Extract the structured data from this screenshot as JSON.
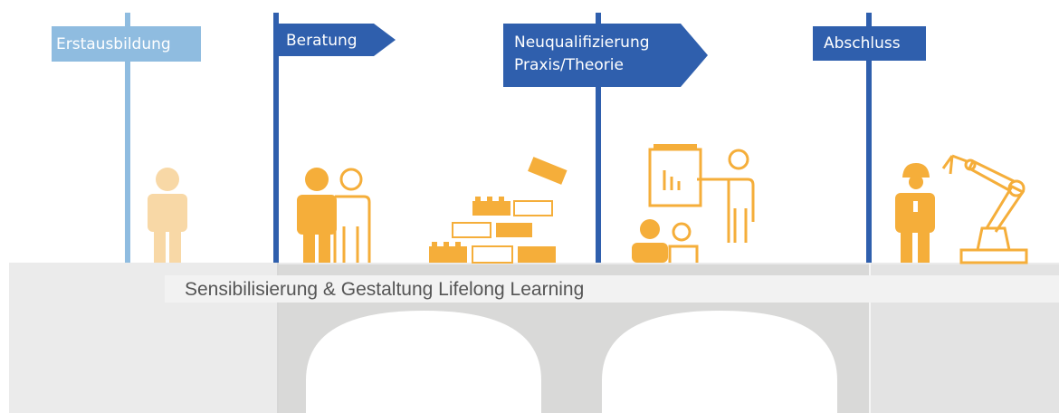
{
  "signs": [
    {
      "label": "Erstausbildung"
    },
    {
      "label": "Beratung"
    },
    {
      "label": "Neuqualifizierung",
      "label2": "Praxis/Theorie"
    },
    {
      "label": "Abschluss"
    }
  ],
  "banner": {
    "label": "Sensibilisierung & Gestaltung Lifelong Learning"
  },
  "colors": {
    "sign_dark": "#2F5FAD",
    "sign_light": "#8FBCE0",
    "pole_dark": "#2F5FAD",
    "pole_light": "#8FBCE0",
    "figure_orange": "#F5AE3A",
    "figure_light": "#F8D8A6",
    "bridge_light": "#EBEBEB",
    "bridge_dark": "#D9D9D8",
    "banner_bg": "#F2F2F2"
  },
  "icons": [
    "apprentice-person-icon",
    "consulting-people-icon",
    "lego-bricks-icon",
    "presentation-teacher-icon",
    "learners-icon",
    "worker-helmet-icon",
    "robot-arm-icon"
  ]
}
